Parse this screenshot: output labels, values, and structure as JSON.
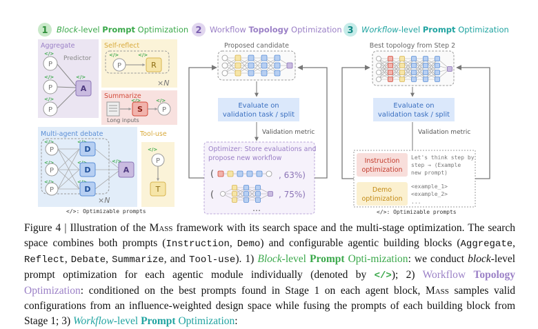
{
  "stage1": {
    "num": "1",
    "title_part1": "Block",
    "title_part2": "-level ",
    "title_part3": "Prompt",
    "title_part4": " Optimization",
    "aggregate": "Aggregate",
    "predictor": "Predictor",
    "self_reflect": "Self-reflect",
    "summarize": "Summarize",
    "long_inputs": "Long inputs",
    "multi_agent_debate": "Multi-agent debate",
    "tool_use": "Tool-use",
    "times_n": "×N",
    "legend": "</>: Optimizable prompts",
    "code_tag": "</>",
    "node_p": "P",
    "node_a": "A",
    "node_r": "R",
    "node_s": "S",
    "node_d": "D",
    "node_t": "T"
  },
  "stage2": {
    "num": "2",
    "title_part1": "Workflow ",
    "title_part2": "Topology",
    "title_part3": " Optimization",
    "proposed": "Proposed candidate",
    "evaluate_line1": "Evaluate on",
    "evaluate_line2": "validation task / split",
    "validation_metric": "Validation metric",
    "optimizer_label": "Optimizer:",
    "optimizer_line1": " Store evaluations and",
    "optimizer_line2": "propose new workflow",
    "score1": ", 63%)",
    "score2": ", 75%)",
    "paren": "(",
    "dots": "…"
  },
  "stage3": {
    "num": "3",
    "title_part1": "Workflow",
    "title_part2": "-level ",
    "title_part3": "Prompt",
    "title_part4": " Optimization",
    "best_topology": "Best topology from Step 2",
    "evaluate_line1": "Evaluate on",
    "evaluate_line2": "validation task / split",
    "validation_metric": "Validation metric",
    "instruction_line1": "Instruction",
    "instruction_line2": "optimization",
    "instruction_text1": "Let's think step by",
    "instruction_text2": "step → (Example",
    "instruction_text3": "new prompt)",
    "demo_line1": "Demo",
    "demo_line2": "optimization",
    "demo_text1": "<example_1>",
    "demo_text2": "<example_2>",
    "demo_text3": "...",
    "legend": "</>: Optimizable prompts"
  },
  "caption": {
    "fig_label": "Figure 4 | Illustration of the ",
    "mass": "Mass",
    "l1_rest": " framework with its search space and the multi-stage optimization.",
    "l2a": "The search space combines both prompts (",
    "instruction": "Instruction",
    "comma": ", ",
    "demo": "Demo",
    "l2b": ") and configurable agentic building",
    "l3a": "blocks (",
    "aggregate": "Aggregate",
    "reflect": "Reflect",
    "debate": "Debate",
    "summarize": "Summarize",
    "and": ", and ",
    "tooluse": "Tool-use",
    "l3b": "). 1) ",
    "s1a": "Block",
    "s1b": "-level ",
    "s1c": "Prompt",
    "s1d": " Opti-",
    "s1e": "mization",
    "l4b": ": we conduct ",
    "block_word": "block",
    "l4c": "-level prompt optimization for each agentic module individually (denoted",
    "l5a": "by ",
    "code_tag": "</>",
    "l5b": "); 2) ",
    "s2a": "Workflow ",
    "s2b": "Topology",
    "s2c": " Optimization",
    "l5c": ": conditioned on the best prompts found in Stage 1 on",
    "l6a": "each agent block, ",
    "l6b": " samples valid configurations from an influence-weighted design space while",
    "l7a": "fusing the prompts of each building block from Stage 1; 3) ",
    "s3a": "Workflow",
    "s3b": "-level ",
    "s3c": "Prompt",
    "s3d": " Optimization",
    "l7b": ":"
  },
  "colors": {
    "green": "#3aa84a",
    "purple": "#9a7fc6",
    "teal": "#1fa3a0",
    "agent_purple": "#ddd3ea",
    "agent_blue": "#dbe8fb",
    "agent_yellow": "#fbf0cf",
    "agent_red": "#f6d4d1",
    "eval_blue": "#dbe8fb"
  }
}
